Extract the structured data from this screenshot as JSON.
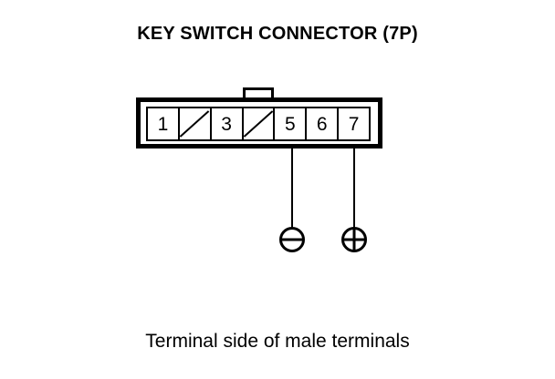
{
  "diagram": {
    "title": "KEY SWITCH CONNECTOR (7P)",
    "caption": "Terminal side of male terminals",
    "line_color": "#000000",
    "background_color": "#ffffff",
    "connector": {
      "pin_count": 7,
      "tab_label": "",
      "cells": [
        {
          "label": "1",
          "blank": false
        },
        {
          "label": "",
          "blank": true
        },
        {
          "label": "3",
          "blank": false
        },
        {
          "label": "",
          "blank": true
        },
        {
          "label": "5",
          "blank": false
        },
        {
          "label": "6",
          "blank": false
        },
        {
          "label": "7",
          "blank": false
        }
      ]
    },
    "terminals": [
      {
        "symbol": "minus",
        "from_pin": "5"
      },
      {
        "symbol": "plus",
        "from_pin": "7"
      }
    ]
  }
}
